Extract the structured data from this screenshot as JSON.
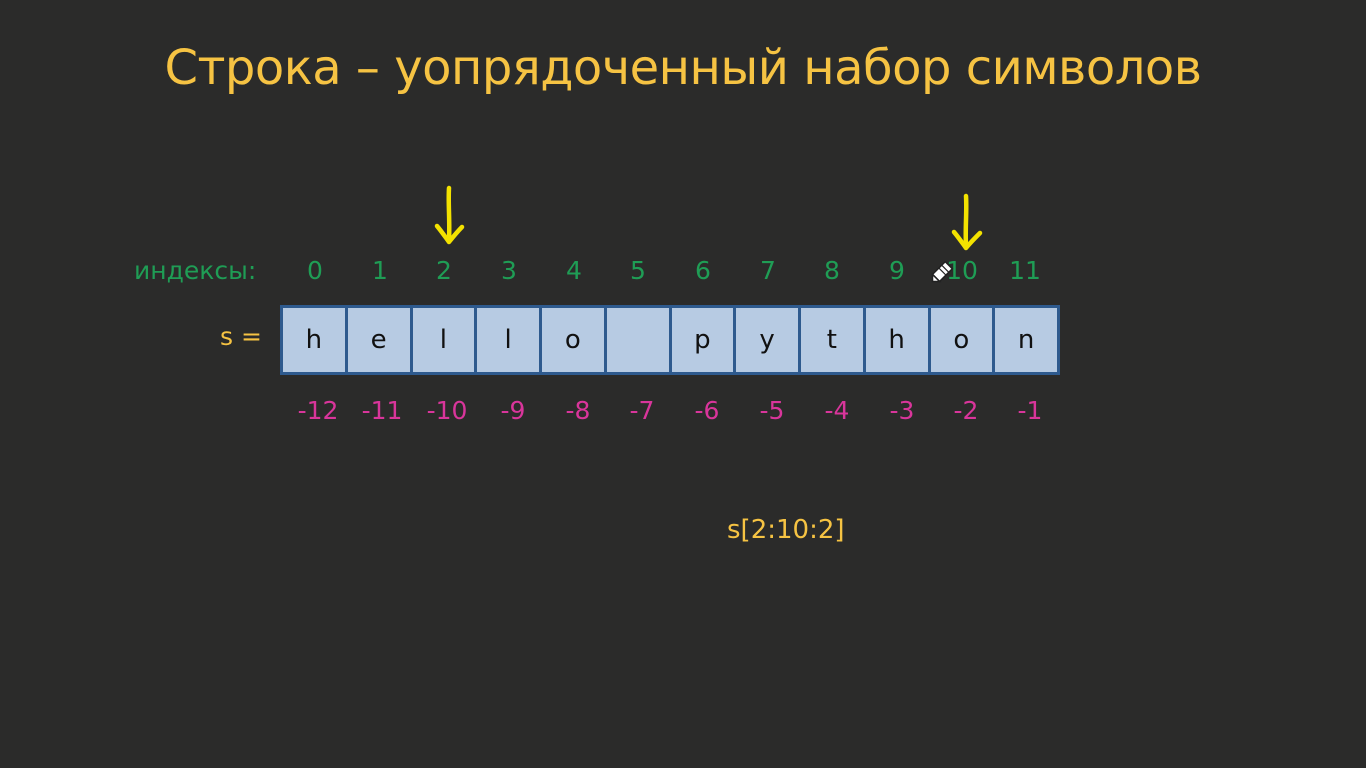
{
  "title": "Строка – уопрядоченный набор символов",
  "indices_label": "индексы:",
  "var_label": "s =",
  "positive_indices": [
    "0",
    "1",
    "2",
    "3",
    "4",
    "5",
    "6",
    "7",
    "8",
    "9",
    "10",
    "11"
  ],
  "characters": [
    "h",
    "e",
    "l",
    "l",
    "o",
    " ",
    "p",
    "y",
    "t",
    "h",
    "o",
    "n"
  ],
  "negative_indices": [
    "-12",
    "-11",
    "-10",
    "-9",
    "-8",
    "-7",
    "-6",
    "-5",
    "-4",
    "-3",
    "-2",
    "-1"
  ],
  "slice_expression": "s[2:10:2]",
  "colors": {
    "background": "#2b2b2a",
    "title": "#f6c343",
    "positive_index": "#1f9d55",
    "negative_index": "#d9359b",
    "cell_fill": "#b7cbe3",
    "cell_border": "#2e5a8e",
    "arrow": "#f3e200"
  },
  "icons": {
    "arrows": [
      "down-arrow-icon",
      "down-arrow-icon"
    ],
    "cursor": "pencil-cursor-icon"
  }
}
